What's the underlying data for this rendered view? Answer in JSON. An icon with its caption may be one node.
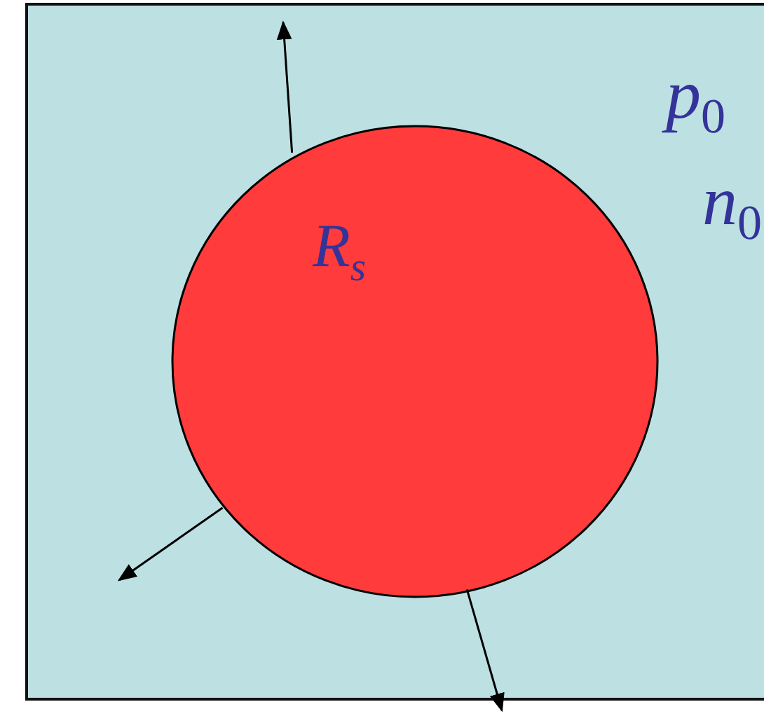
{
  "diagram": {
    "nodes": [
      {
        "text": [
          "p$_{0}$",
          "n$_{0}$"
        ]
      },
      {
        "text": [
          "R$_{s}$"
        ],
        "in": 0
      }
    ],
    "edges": [
      {
        "from": 1,
        "to": null,
        "arrow": "to"
      },
      {
        "from": 1,
        "to": null,
        "arrow": "to"
      },
      {
        "from": 1,
        "to": null,
        "arrow": "to"
      }
    ]
  }
}
